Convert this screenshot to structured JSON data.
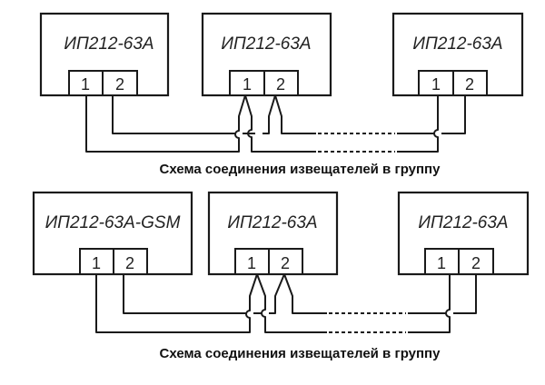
{
  "diagrams": [
    {
      "caption": "Схема соединения извещателей в группу",
      "devices": [
        {
          "label": "ИП212-63А",
          "terminals": [
            "1",
            "2"
          ]
        },
        {
          "label": "ИП212-63А",
          "terminals": [
            "1",
            "2"
          ]
        },
        {
          "label": "ИП212-63А",
          "terminals": [
            "1",
            "2"
          ]
        }
      ]
    },
    {
      "caption": "Схема соединения извещателей в группу",
      "devices": [
        {
          "label": "ИП212-63А-GSM",
          "terminals": [
            "1",
            "2"
          ]
        },
        {
          "label": "ИП212-63А",
          "terminals": [
            "1",
            "2"
          ]
        },
        {
          "label": "ИП212-63А",
          "terminals": [
            "1",
            "2"
          ]
        }
      ]
    }
  ],
  "colors": {
    "line": "#1a1a1a",
    "background": "#ffffff"
  }
}
